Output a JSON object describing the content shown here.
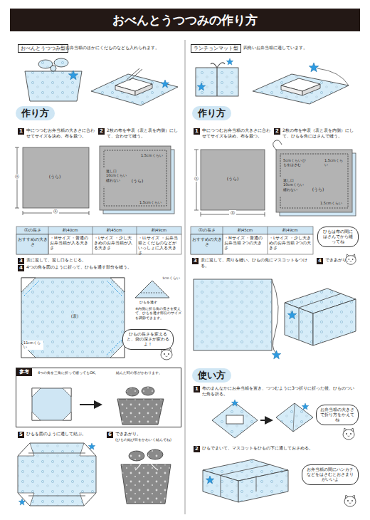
{
  "diagram": {
    "title": "おべんとうつつみの作り方",
    "nodes": [
      {
        "text": [
          "おべんとうつつみ型"
        ]
      },
      {
        "text": [
          "作り方"
        ]
      },
      {
        "text": [
          "1"
        ]
      },
      {
        "text": [
          "2"
        ]
      },
      {
        "text": [
          "3"
        ]
      },
      {
        "text": [
          "4"
        ]
      },
      {
        "text": [
          "ひもの長さを変えると、袋の深さが変わるよ！"
        ]
      },
      {
        "text": [
          "参考",
          "4つの角を三角に折って縫ってもOK。",
          "結んだ時の形がかわります。"
        ]
      },
      {
        "text": [
          "5"
        ]
      },
      {
        "text": [
          "6"
        ]
      },
      {
        "text": [
          "ランチョンマット型"
        ]
      },
      {
        "text": [
          "作り方"
        ]
      },
      {
        "text": [
          "1"
        ]
      },
      {
        "text": [
          "2"
        ]
      },
      {
        "text": [
          "ひもは布の間にはさんでから縫ってね"
        ]
      },
      {
        "text": [
          "3"
        ]
      },
      {
        "text": [
          "4"
        ]
      },
      {
        "text": [
          "使い方"
        ]
      },
      {
        "text": [
          "1"
        ]
      },
      {
        "text": [
          "お弁当箱の大きさで折り方をかえてね"
        ]
      },
      {
        "text": [
          "2"
        ]
      },
      {
        "text": [
          "お弁当箱の間にハンカチなどをはさむとおさまりがいいよ"
        ]
      }
    ],
    "labels": [
      "お弁当箱のほかにくだものなども入れられます。",
      "中につつむお弁当箱の大きさに合わせてサイズを決め、布を裁つ。",
      "2枚の布を中表（表と表を内側）にして、合わせて縫う。",
      "(うら)",
      "Ⓐ",
      "Ⓐ",
      "1.5cmくらい",
      "返し口 10cmくらい 縫わない",
      "(うら)",
      "1.5cmくらい",
      "Ⓐの長さ",
      "約40cm",
      "約45cm",
      "約49cm",
      "おすすめの大きさ",
      "・Mサイズ ・普通のお弁当箱が入る大きさ",
      "・Lサイズ ・少し大きめのお弁当箱が入る大きさ",
      "・LLサイズ ・お弁当箱とくだものなどがいっしょに入る大きさ",
      "表に返して、返し口をとじる。",
      "4つの角を図のように折って、ひもを通す部分を縫う。",
      "1cmくらい",
      "ひもを通す",
      "※内側に折る角の長さを変えて、ひもを通す部分のサイズを調節できます。",
      "(表)",
      "11cmくらい",
      "ひもを図のように通して結ぶ。",
      "できあがり。",
      "(ひもの結び目をかわいく結んでね)",
      "四角いお弁当箱に適しています。",
      "中につつむお弁当箱の大きさに合わせてサイズを決め、布を裁つ。",
      "2枚の布を中表（表と表を内側）にして、ひもを角にはさんで縫う。",
      "(うら)",
      "Ⓐ",
      "Ⓐ",
      "5cmくらい ひもをはさむ",
      "返し口 10cmくらい 縫わない",
      "(うら)",
      "1.5cmくらい",
      "1.5cmくらい",
      "Ⓐの長さ",
      "約45cm",
      "約49cm",
      "おすすめの大きさ",
      "・Mサイズ ・普通のお弁当箱 2つの大きさ",
      "・Lサイズ ・少し大きめのお弁当箱 2つの大きさ",
      "表に返して、周りを縫い、ひもの先にマスコットをつける。",
      "できあがり。",
      "布のまんなかにお弁当箱を置き、つつむように3つ折りに折った後、ひものついた角を折る。",
      "ひもでまいて、マスコットをひもの下に通しておさめる。"
    ]
  }
}
